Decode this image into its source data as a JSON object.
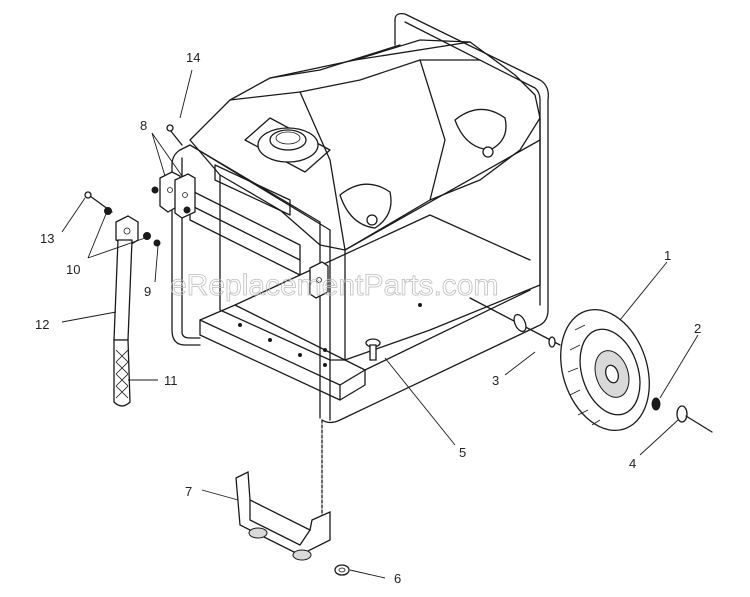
{
  "watermark": "eReplacementParts.com",
  "callouts": [
    {
      "id": "1",
      "label": "1",
      "part": "wheel"
    },
    {
      "id": "2",
      "label": "2",
      "part": "washer"
    },
    {
      "id": "3",
      "label": "3",
      "part": "axle"
    },
    {
      "id": "4",
      "label": "4",
      "part": "axle-cap"
    },
    {
      "id": "5",
      "label": "5",
      "part": "bolt"
    },
    {
      "id": "6",
      "label": "6",
      "part": "nut"
    },
    {
      "id": "7",
      "label": "7",
      "part": "support-leg"
    },
    {
      "id": "8",
      "label": "8",
      "part": "handle-bracket"
    },
    {
      "id": "9",
      "label": "9",
      "part": "nut"
    },
    {
      "id": "10",
      "label": "10",
      "part": "washer"
    },
    {
      "id": "11",
      "label": "11",
      "part": "grip"
    },
    {
      "id": "12",
      "label": "12",
      "part": "handle"
    },
    {
      "id": "13",
      "label": "13",
      "part": "screw"
    },
    {
      "id": "14",
      "label": "14",
      "part": "pin"
    }
  ]
}
